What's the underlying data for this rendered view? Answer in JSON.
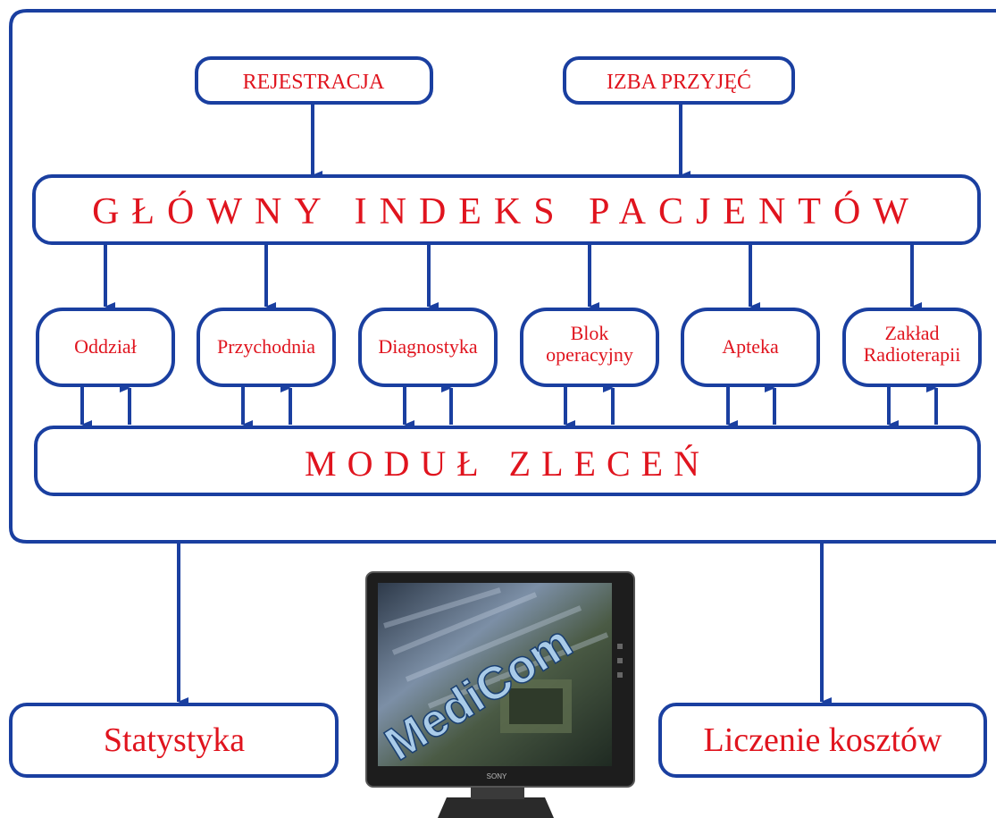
{
  "colors": {
    "line": "#1a3fa0",
    "text": "#e0141e"
  },
  "top_inputs": [
    {
      "label": "REJESTRACJA"
    },
    {
      "label": "IZBA PRZYJĘĆ"
    }
  ],
  "main_index": {
    "label": "GŁÓWNY INDEKS PACJENTÓW"
  },
  "departments": [
    {
      "lines": [
        "Oddział"
      ]
    },
    {
      "lines": [
        "Przychodnia"
      ]
    },
    {
      "lines": [
        "Diagnostyka"
      ]
    },
    {
      "lines": [
        "Blok",
        "operacyjny"
      ]
    },
    {
      "lines": [
        "Apteka"
      ]
    },
    {
      "lines": [
        "Zakład",
        "Radioterapii"
      ]
    }
  ],
  "orders_module": {
    "label": "MODUŁ ZLECEŃ"
  },
  "outputs": [
    {
      "label": "Statystyka"
    },
    {
      "label": "Liczenie kosztów"
    }
  ],
  "monitor": {
    "screen_text": "MediCom",
    "brand": "SONY"
  }
}
